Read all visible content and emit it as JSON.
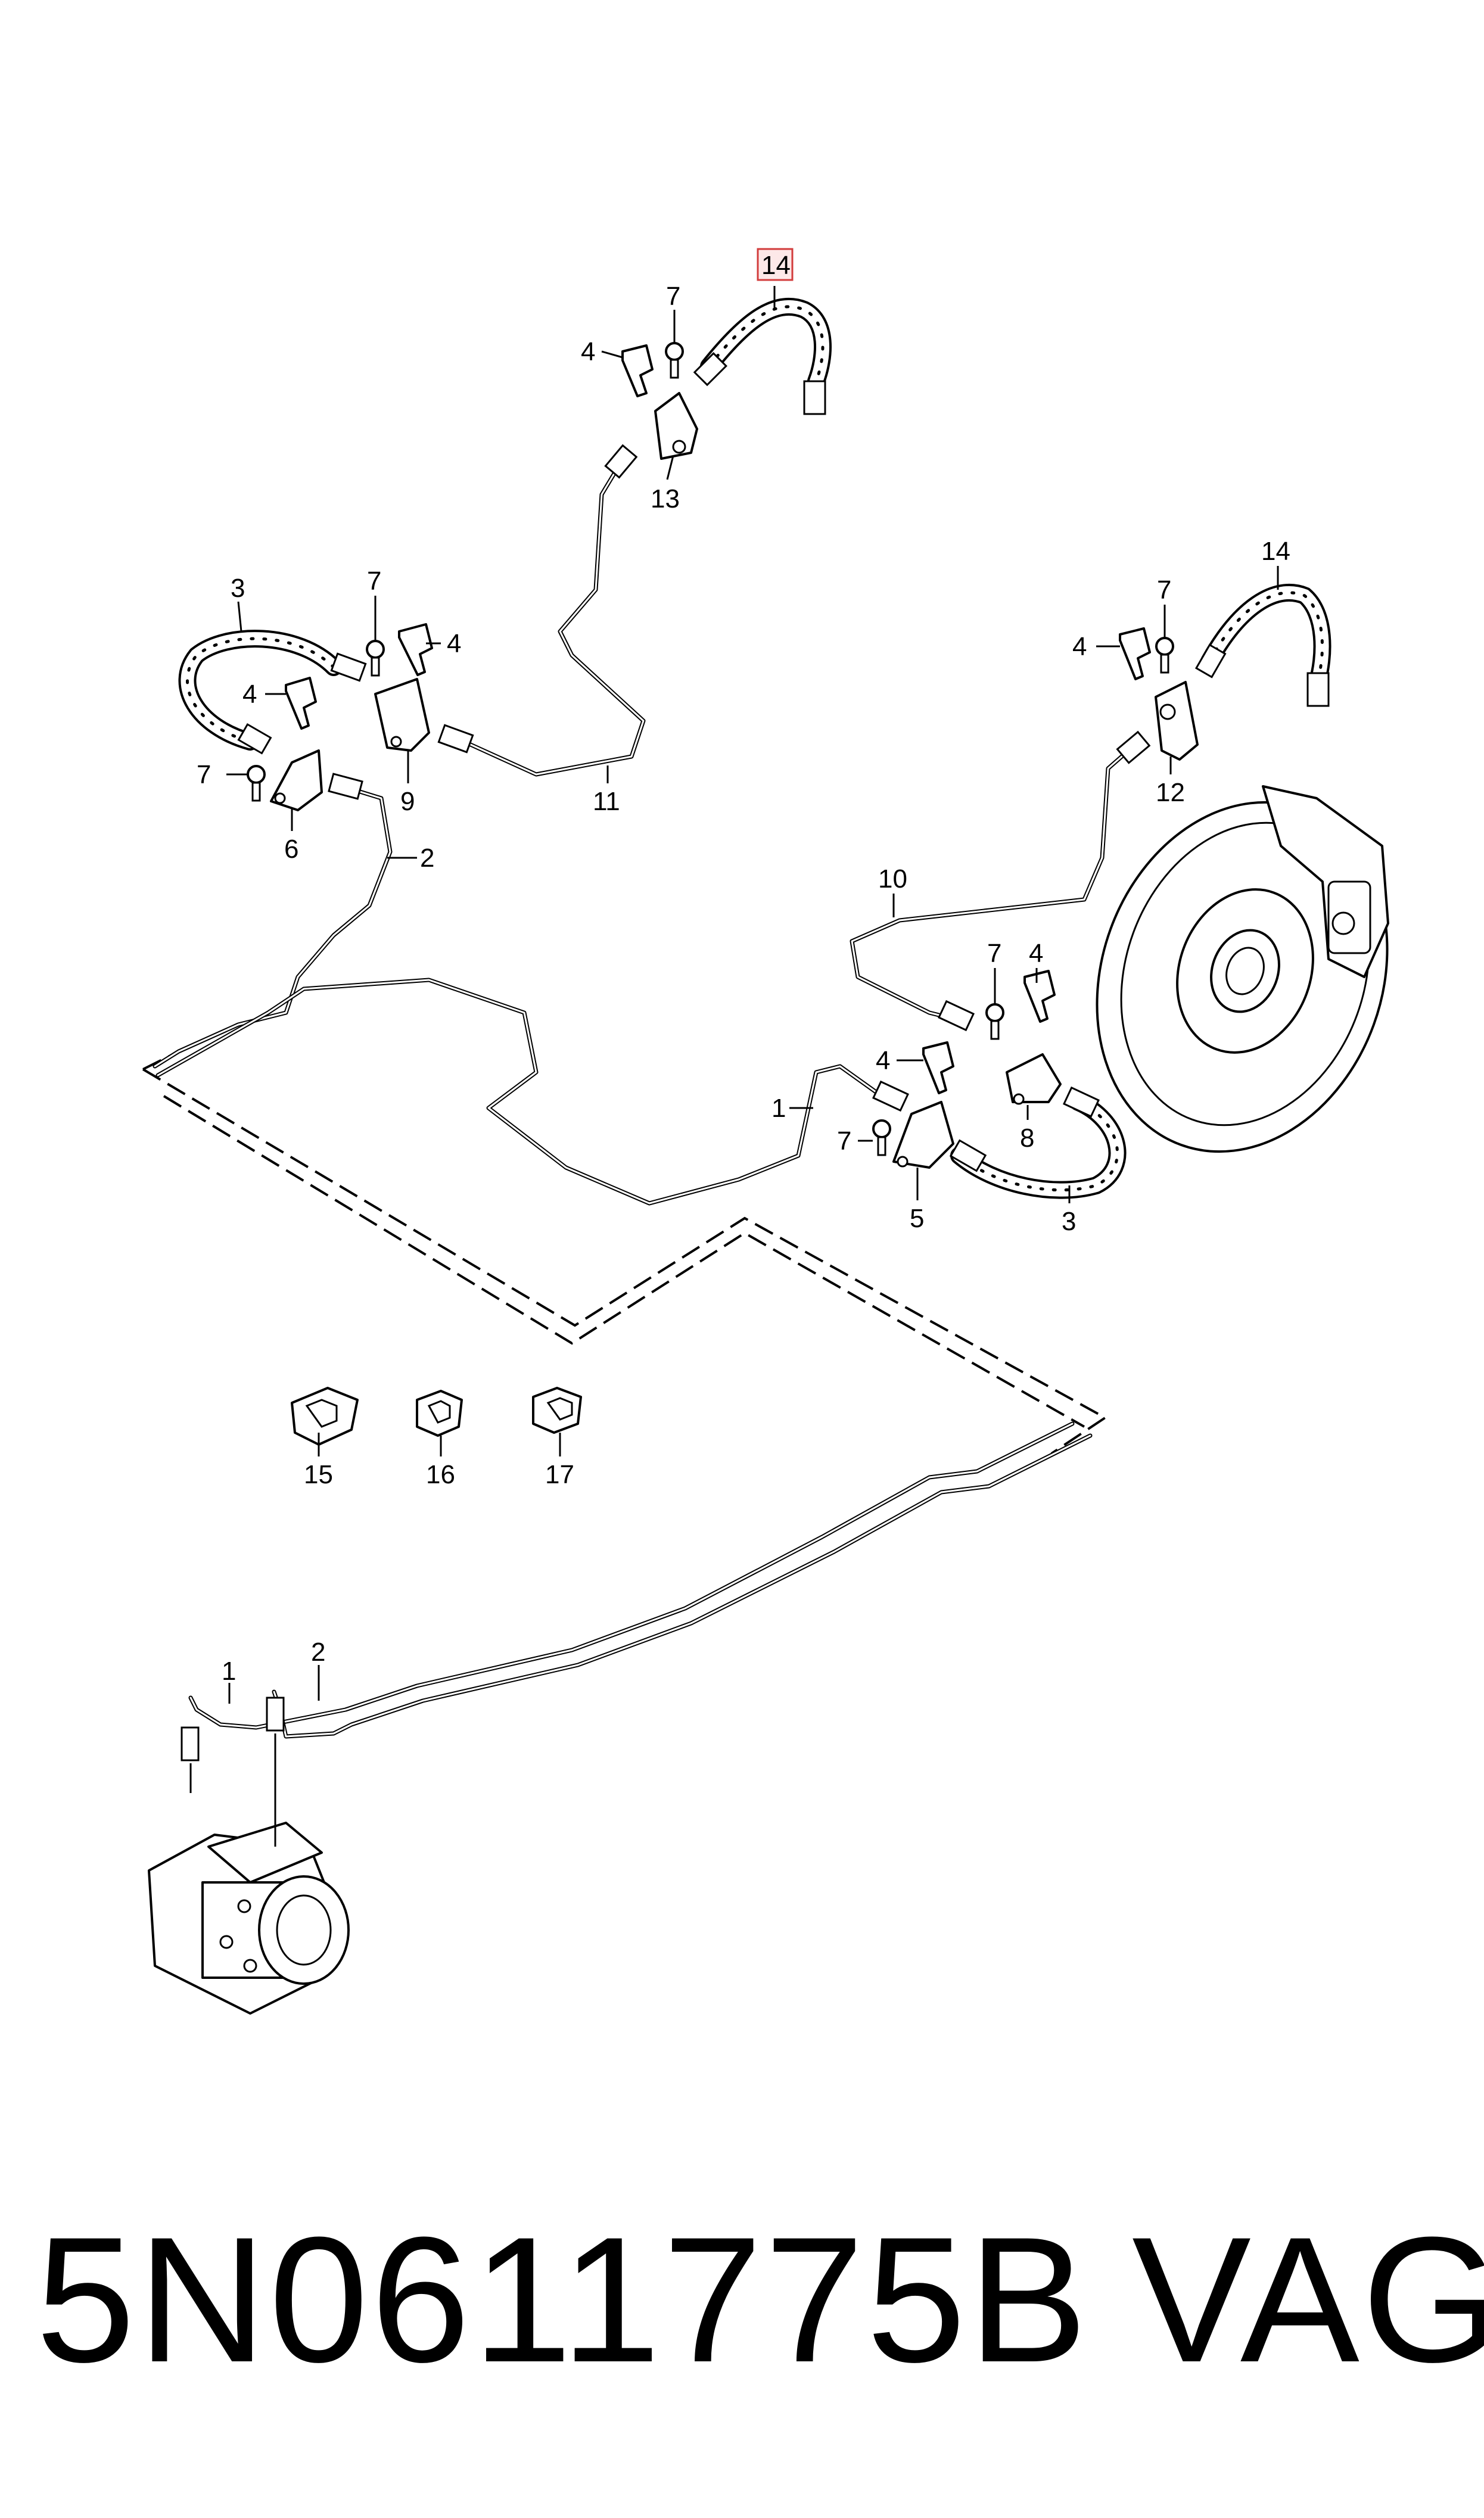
{
  "diagram": {
    "callouts": {
      "c1a": "1",
      "c1b": "1",
      "c2a": "2",
      "c2b": "2",
      "c3a": "3",
      "c3b": "3",
      "c4a": "4",
      "c4b": "4",
      "c4c": "4",
      "c4d": "4",
      "c4e": "4",
      "c4f": "4",
      "c5": "5",
      "c6": "6",
      "c7a": "7",
      "c7b": "7",
      "c7c": "7",
      "c7d": "7",
      "c7e": "7",
      "c7f": "7",
      "c8": "8",
      "c9": "9",
      "c10": "10",
      "c11": "11",
      "c12": "12",
      "c13": "13",
      "c14a": "14",
      "c14b": "14",
      "c15": "15",
      "c16": "16",
      "c17": "17"
    },
    "highlight_color": "#d23c3c"
  },
  "footer": {
    "part_number": "5N0611775B",
    "brand": "VAG"
  }
}
